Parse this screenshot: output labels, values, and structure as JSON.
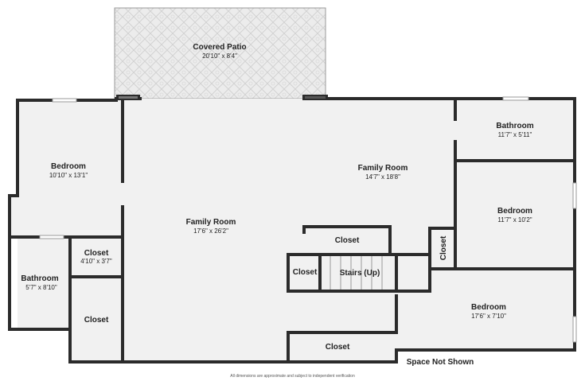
{
  "rooms": {
    "covered_patio": {
      "name": "Covered Patio",
      "dim": "20'10\" x 8'4\""
    },
    "bedroom_left": {
      "name": "Bedroom",
      "dim": "10'10\" x 13'1\""
    },
    "family_room_main": {
      "name": "Family Room",
      "dim": "17'6\" x 26'2\""
    },
    "family_room_upper": {
      "name": "Family Room",
      "dim": "14'7\" x 18'8\""
    },
    "bathroom_upper_right": {
      "name": "Bathroom",
      "dim": "11'7\" x 5'11\""
    },
    "bedroom_right": {
      "name": "Bedroom",
      "dim": "11'7\" x 10'2\""
    },
    "closet_left": {
      "name": "Closet",
      "dim": "4'10\" x 3'7\""
    },
    "bathroom_left": {
      "name": "Bathroom",
      "dim": "5'7\" x 8'10\""
    },
    "closet_lower_left": {
      "name": "Closet"
    },
    "closet_stairs_top": {
      "name": "Closet"
    },
    "closet_stairs_left": {
      "name": "Closet"
    },
    "stairs": {
      "name": "Stairs (Up)"
    },
    "closet_vertical": {
      "name": "Closet"
    },
    "bedroom_lower_right": {
      "name": "Bedroom",
      "dim": "17'6\" x 7'10\""
    },
    "closet_bottom": {
      "name": "Closet"
    }
  },
  "space_not_shown": "Space Not Shown",
  "disclaimer": "All dimensions are approximate and subject to independent verification",
  "colors": {
    "wall": "#2b2b2b",
    "floor": "#f1f1f1",
    "patio": "#e9e9e9",
    "window": "#bfbfbf"
  }
}
